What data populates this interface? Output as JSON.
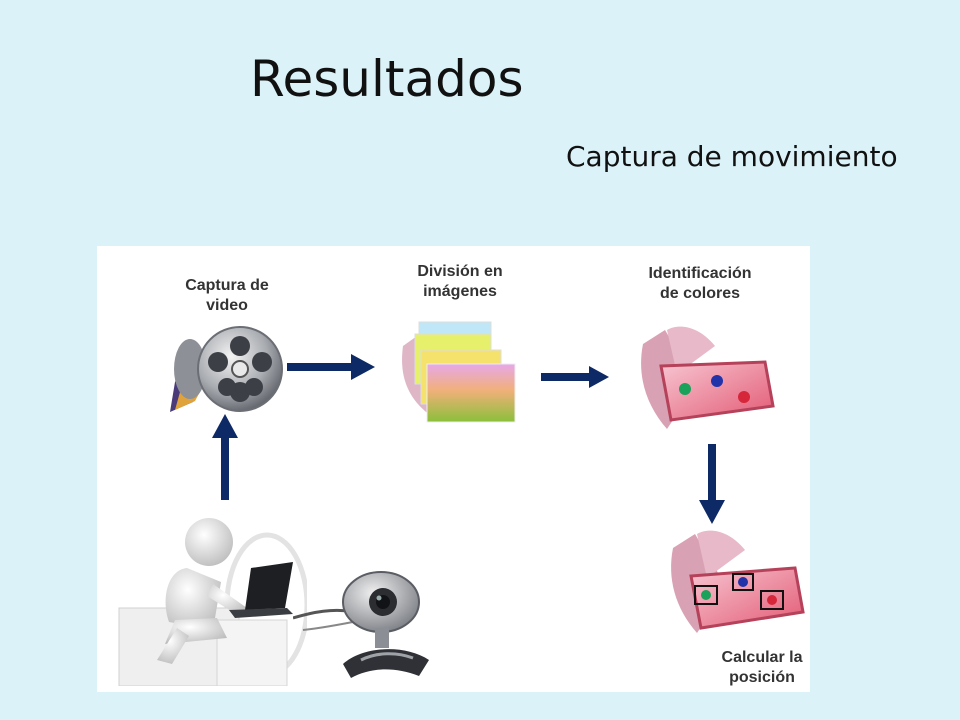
{
  "slide": {
    "title": "Resultados",
    "subtitle": "Captura de movimiento"
  },
  "diagram": {
    "steps": {
      "video_capture": "Captura de\nvideo",
      "split_images": "División en\nimágenes",
      "color_identification": "Identificación\nde colores",
      "position_calculation": "Calcular la\nposición"
    },
    "colors": {
      "arrow": "#0d2a66",
      "background": "#dbf3f8",
      "marker_green": "#1aa15a",
      "marker_blue": "#2233aa",
      "marker_red": "#d6263a"
    }
  }
}
